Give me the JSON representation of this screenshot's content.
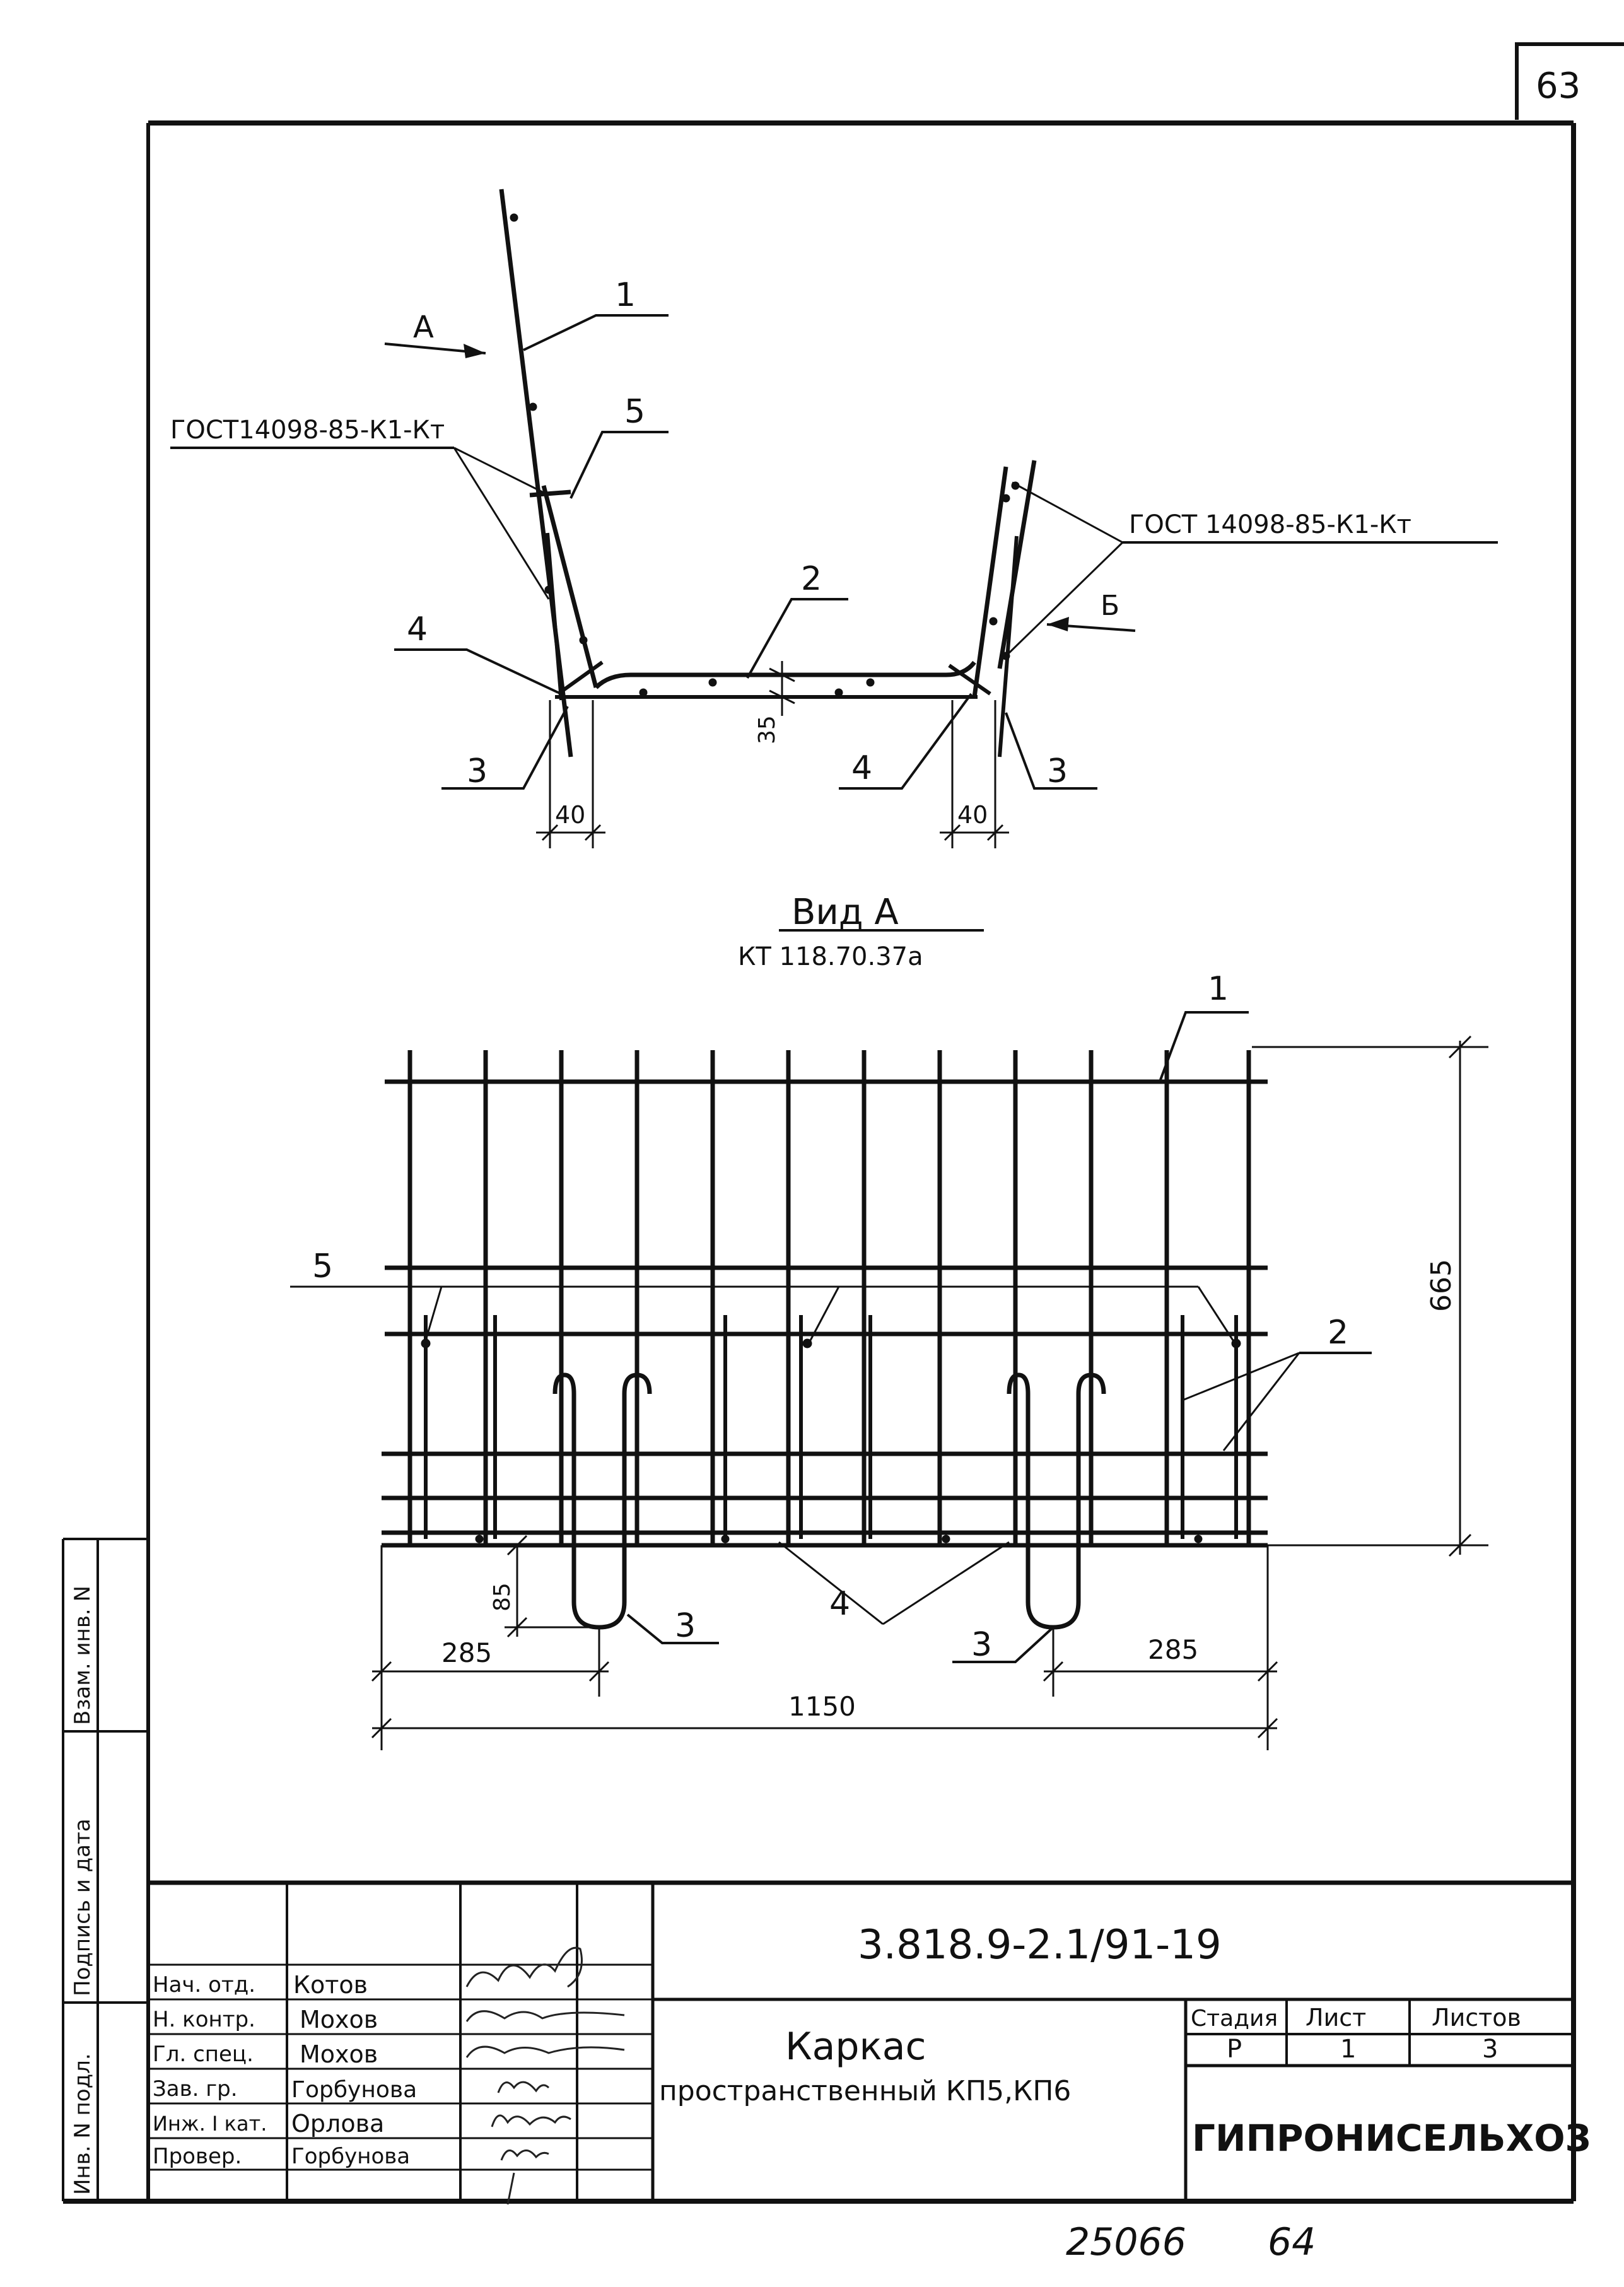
{
  "page_number": "63",
  "section_view": {
    "view_arrow_a": "А",
    "view_arrow_b": "Б",
    "gost_left": "ГОСТ14098-85-К1-Кт",
    "gost_right": "ГОСТ 14098-85-К1-Кт",
    "callouts": {
      "c1": "1",
      "c2": "2",
      "c3_left": "3",
      "c3_right": "3",
      "c4_left": "4",
      "c4_right": "4",
      "c5": "5"
    },
    "dims": {
      "h35": "35",
      "w40_left": "40",
      "w40_right": "40"
    }
  },
  "view_a": {
    "title": "Вид А",
    "subtitle": "КТ 118.70.37а",
    "callouts": {
      "c1": "1",
      "c2": "2",
      "c3_left": "3",
      "c3_right": "3",
      "c4": "4",
      "c5": "5"
    },
    "dims": {
      "height": "665",
      "left_offset": "285",
      "right_offset": "285",
      "total_width": "1150",
      "hook": "85"
    }
  },
  "side_stamp": {
    "inv_podl": "Инв. N подл.",
    "podpis_data": "Подпись и дата",
    "vzam_inv": "Взам. инв. N"
  },
  "title_block": {
    "doc_code": "3.818.9-2.1/91-19",
    "title_line1": "Каркас",
    "title_line2": "пространственный КП5,КП6",
    "headers": {
      "stage": "Стадия",
      "sheet": "Лист",
      "sheets": "Листов"
    },
    "values": {
      "stage": "Р",
      "sheet": "1",
      "sheets": "3"
    },
    "organization": "ГИПРОНИСЕЛЬХОЗ",
    "roles": [
      {
        "role": "Нач. отд.",
        "name": "Котов"
      },
      {
        "role": "Н. контр.",
        "name": "Мохов"
      },
      {
        "role": "Гл. спец.",
        "name": "Мохов"
      },
      {
        "role": "Зав. гр.",
        "name": "Горбунова"
      },
      {
        "role": "Инж. I кат.",
        "name": "Орлова"
      },
      {
        "role": "Провер.",
        "name": "Горбунова"
      }
    ]
  },
  "footer": {
    "archive_no": "25066",
    "page_no": "64"
  }
}
